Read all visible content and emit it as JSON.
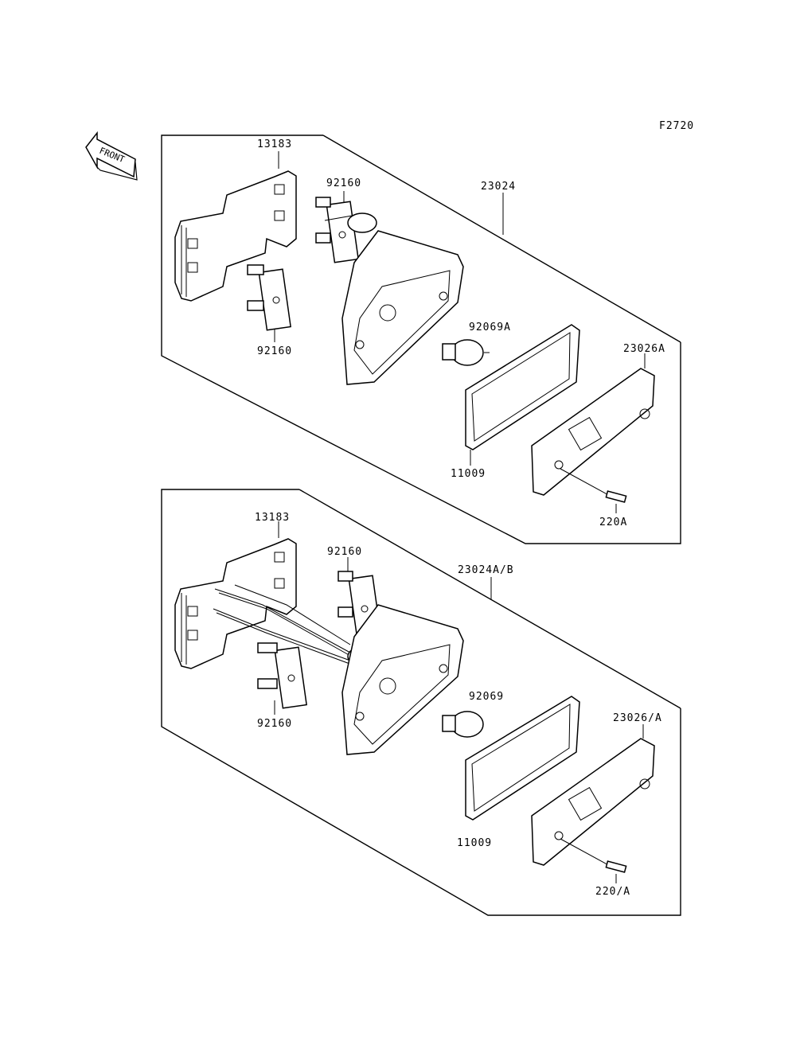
{
  "figure_code": "F2720",
  "front_arrow_label": "FRONT",
  "assemblies": [
    {
      "labels": {
        "bracket": "13183",
        "socket_upper": "92160",
        "socket_lower": "92160",
        "housing": "23024",
        "bulb": "92069A",
        "lens": "23026A",
        "gasket": "11009",
        "screw": "220A"
      }
    },
    {
      "labels": {
        "bracket": "13183",
        "socket_upper": "92160",
        "socket_lower": "92160",
        "housing": "23024A/B",
        "bulb": "92069",
        "lens": "23026/A",
        "gasket": "11009",
        "screw": "220/A"
      }
    }
  ]
}
